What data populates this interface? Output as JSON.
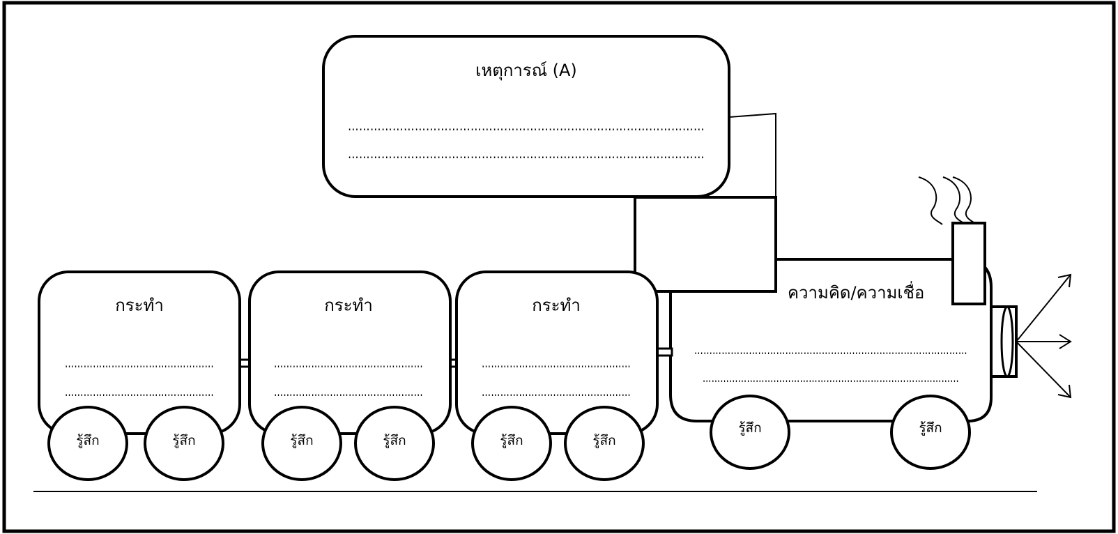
{
  "event_box": {
    "title": "เหตุการณ์ (A)",
    "line1": "……………………………………………………………………………………",
    "line2": "……………………………………………………………………………………"
  },
  "locomotive": {
    "label": "ความคิด/ความเชื่อ",
    "line1": "………………………………………………………………………………",
    "line2": "……………………………………………………………………………",
    "wheel_labels": [
      "รู้สึก",
      "รู้สึก"
    ]
  },
  "cars": [
    {
      "label": "กระทำ",
      "line1": "…………………………………………",
      "line2": "…………………………………………",
      "wheel_labels": [
        "รู้สึก",
        "รู้สึก"
      ]
    },
    {
      "label": "กระทำ",
      "line1": "…………………………………………",
      "line2": "…………………………………………",
      "wheel_labels": [
        "รู้สึก",
        "รู้สึก"
      ]
    },
    {
      "label": "กระทำ",
      "line1": "…………………………………………",
      "line2": "…………………………………………",
      "wheel_labels": [
        "รู้สึก",
        "รู้สึก"
      ]
    }
  ]
}
